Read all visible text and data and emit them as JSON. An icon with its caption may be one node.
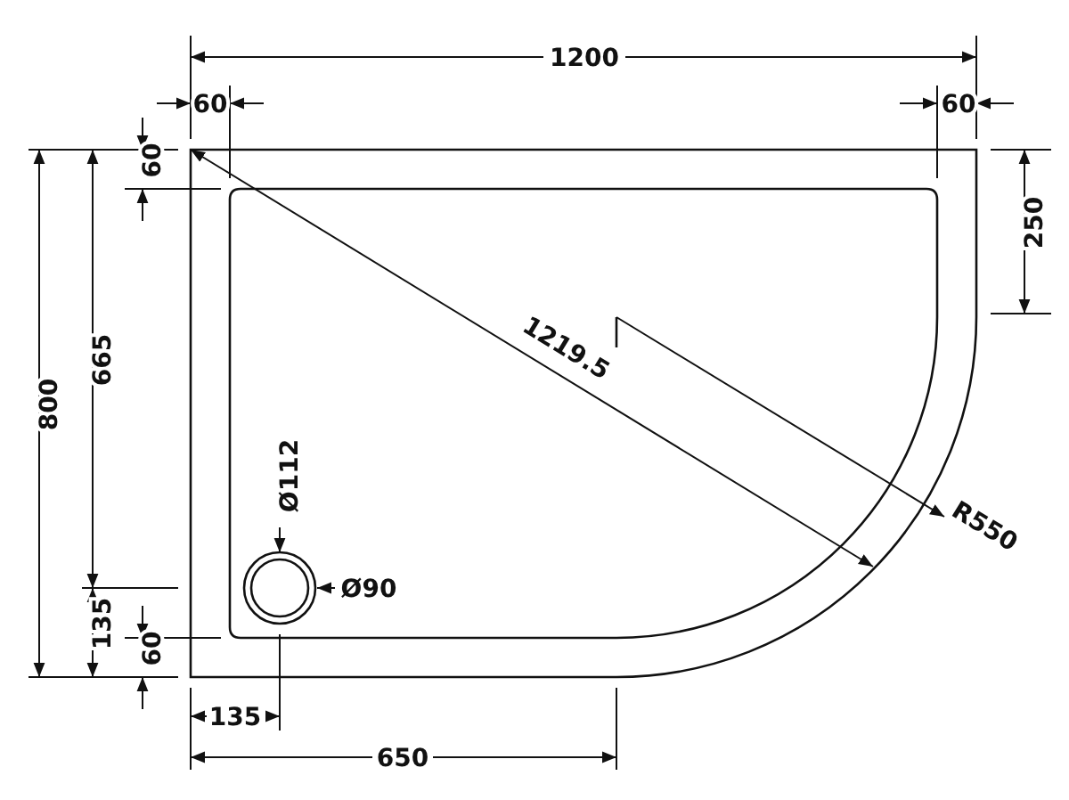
{
  "diagram": {
    "labels": [
      "1200",
      "60",
      "60",
      "60",
      "250",
      "800",
      "665",
      "1219.5",
      "R550",
      "Ø112",
      "Ø90",
      "135",
      "60",
      "135",
      "650"
    ]
  }
}
